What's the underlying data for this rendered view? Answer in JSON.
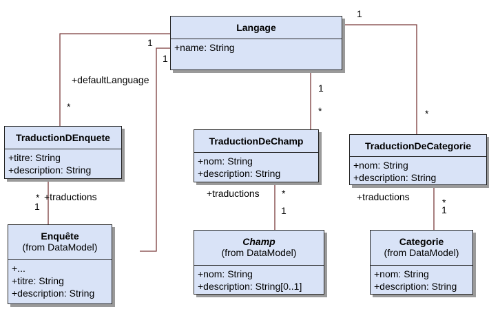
{
  "classes": {
    "langage": {
      "name": "Langage",
      "attrs": [
        "+name: String"
      ]
    },
    "traduction_enquete": {
      "name": "TraductionDEnquete",
      "attrs": [
        "+titre: String",
        "+description: String"
      ]
    },
    "traduction_champ": {
      "name": "TraductionDeChamp",
      "attrs": [
        "+nom: String",
        "+description: String"
      ]
    },
    "traduction_categorie": {
      "name": "TraductionDeCategorie",
      "attrs": [
        "+nom: String",
        "+description: String"
      ]
    },
    "enquete": {
      "name": "Enquête",
      "from": "(from DataModel)",
      "attrs": [
        "+...",
        "+titre: String",
        "+description: String"
      ]
    },
    "champ": {
      "name": "Champ",
      "from": "(from DataModel)",
      "attrs": [
        "+nom: String",
        "+description: String[0..1]"
      ]
    },
    "categorie": {
      "name": "Categorie",
      "from": "(from DataModel)",
      "attrs": [
        "+nom: String",
        "+description: String"
      ]
    }
  },
  "labels": {
    "lang_enq_mult_lang": "1",
    "lang_enq_mult_trad": "*",
    "lang_default_mult": "1",
    "default_language": "+defaultLanguage",
    "lang_champ_mult_lang": "1",
    "lang_champ_mult_trad": "*",
    "lang_cat_mult_lang": "1",
    "lang_cat_mult_trad": "*",
    "enq_trad_mult_star": "*",
    "enq_trad_mult_one": "1",
    "enq_traductions": "+traductions",
    "champ_traductions": "+traductions",
    "champ_trad_mult_star": "*",
    "champ_trad_mult_one": "1",
    "cat_traductions": "+traductions",
    "cat_trad_mult_star": "*",
    "cat_trad_mult_one": "1"
  },
  "colors": {
    "box_fill": "#d9e3f7",
    "edge": "#7a3a3a",
    "shadow": "#9a9a9a"
  }
}
